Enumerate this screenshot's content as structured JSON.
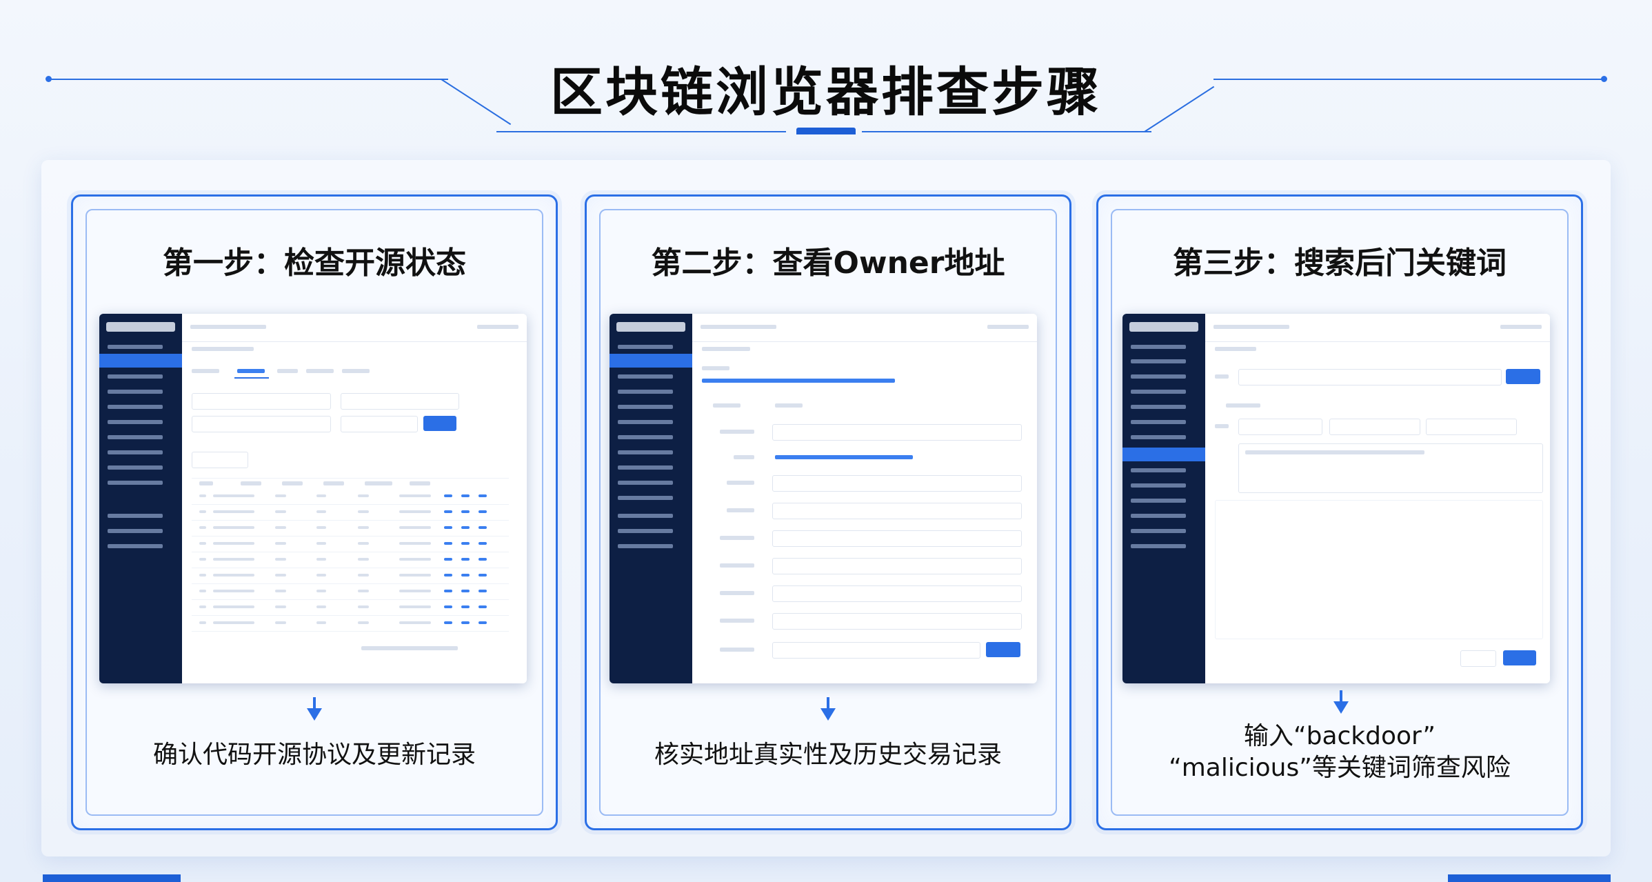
{
  "title": "区块链浏览器排查步骤",
  "steps": [
    {
      "title": "第一步：检查开源状态",
      "caption": [
        "确认代码开源协议及更新记录"
      ]
    },
    {
      "title": "第二步：查看Owner地址",
      "caption": [
        "核实地址真实性及历史交易记录"
      ]
    },
    {
      "title": "第三步：搜索后门关键词",
      "caption": [
        "输入“backdoor”",
        "“malicious”等关键词筛查风险"
      ]
    }
  ],
  "colors": {
    "accent": "#2b6fe6",
    "sidebar": "#0d1f44",
    "title_text": "#0b0b0b"
  },
  "icons": [
    "arrow-down-icon"
  ]
}
